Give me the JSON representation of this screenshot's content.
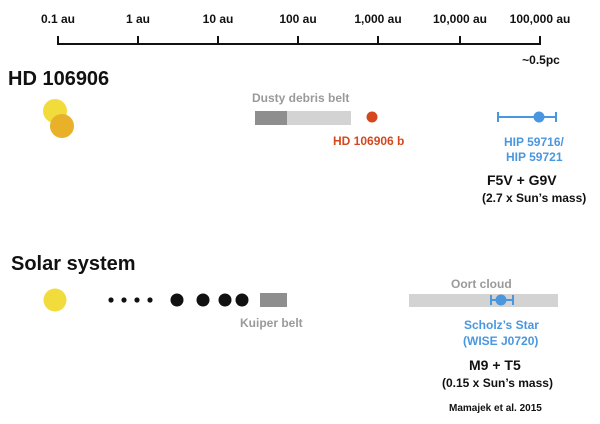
{
  "scale": {
    "ticks": [
      "0.1 au",
      "1 au",
      "10 au",
      "100 au",
      "1,000 au",
      "10,000 au",
      "100,000 au"
    ],
    "end_note": "~0.5pc"
  },
  "hd106906": {
    "title": "HD 106906",
    "debris_label": "Dusty debris belt",
    "planet_label": "HD 106906 b",
    "companion_label_line1": "HIP 59716/",
    "companion_label_line2": "HIP 59721",
    "spectral_types": "F5V + G9V",
    "mass_note": "(2.7 x Sun’s mass)"
  },
  "solar": {
    "title": "Solar system",
    "oort_label": "Oort cloud",
    "kuiper_label": "Kuiper belt",
    "star_label_line1": "Scholz’s Star",
    "star_label_line2": "(WISE J0720)",
    "spectral_types": "M9 + T5",
    "mass_note": "(0.15 x Sun’s mass)"
  },
  "citation": "Mamajek et al. 2015",
  "colors": {
    "sun_yellow": "#f2dc3c",
    "sun_orange": "#e9b12a",
    "planet_red": "#d4471f",
    "companion_blue": "#4a97e0",
    "belt_dark": "#8e8e8e",
    "belt_light": "#d3d3d3",
    "label_gray": "#9a9a9a"
  }
}
